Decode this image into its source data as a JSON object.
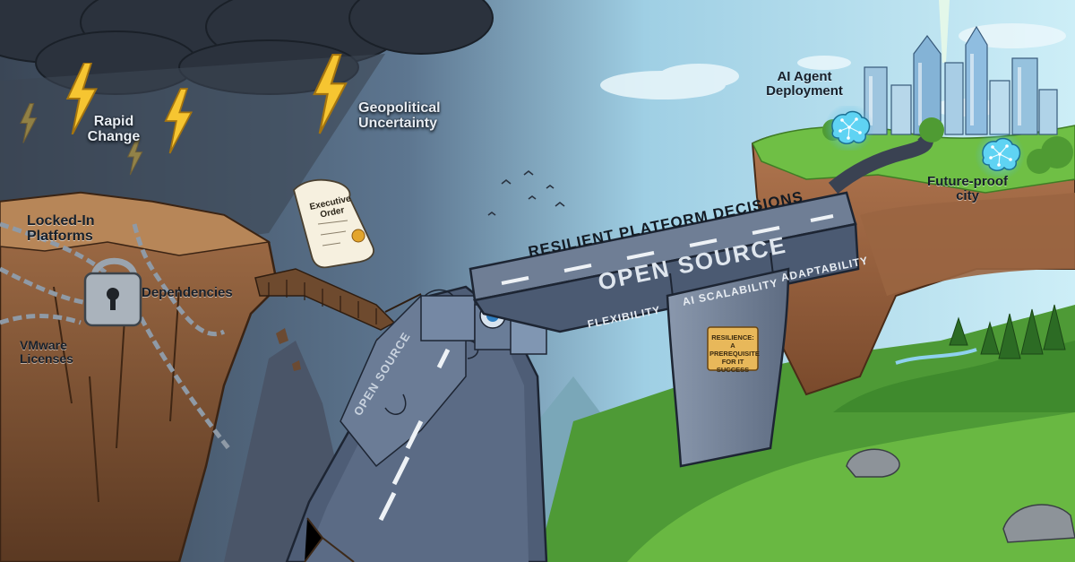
{
  "labels": {
    "rapid_change": "Rapid Change",
    "geopolitical": "Geopolitical Uncertainty",
    "locked_in": "Locked-In Platforms",
    "dependencies": "Dependencies",
    "vmware": "VMware Licenses",
    "executive_order": "Executive Order",
    "ai_agent": "AI Agent Deployment",
    "future_city": "Future-proof city",
    "resilient": "RESILIENT PLATFORM DECISIONS"
  },
  "road": {
    "open_source_main": "OPEN SOURCE",
    "open_source_small": "OPEN SOURCE",
    "flexibility": "FLEXIBILITY",
    "ai_scalability": "AI SCALABILITY",
    "adaptability": "ADAPTABILITY"
  },
  "plaque": {
    "text": "RESILIENCE: A PREREQUISITE FOR IT SUCCESS"
  },
  "icons": {
    "lightning": "lightning-bolt-icon",
    "padlock": "padlock-icon",
    "brain": "ai-brain-icon",
    "scroll": "scroll-document-icon"
  },
  "colors": {
    "storm_sky": "#3a4656",
    "clear_sky": "#bfe6f3",
    "bridge": "#5b6b82",
    "road": "#2d3646",
    "grass": "#5fae3a",
    "cliff": "#8a5a3b",
    "lightning": "#f6c531",
    "brain_glow": "#7ee6ff"
  }
}
